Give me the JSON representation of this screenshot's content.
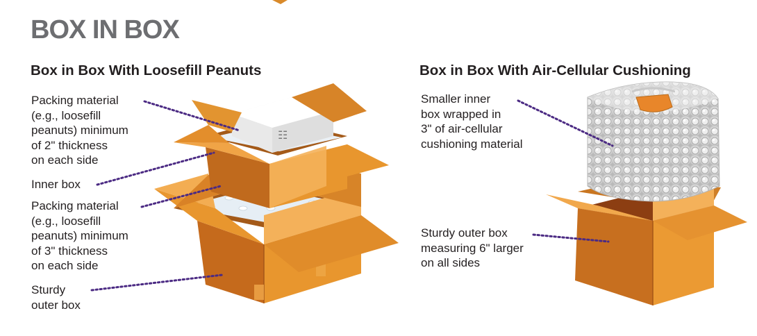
{
  "title": "BOX IN BOX",
  "left_section": {
    "heading": "Box in Box With Loosefill Peanuts",
    "callouts": [
      "Packing material\n(e.g., loosefill\npeanuts) minimum\nof 2\" thickness\non each side",
      "Inner box",
      "Packing material\n(e.g., loosefill\npeanuts) minimum\nof 3\" thickness\non each side",
      "Sturdy\nouter box"
    ]
  },
  "right_section": {
    "heading": "Box in Box With Air-Cellular Cushioning",
    "callouts": [
      "Smaller inner\nbox wrapped in\n3\" of air-cellular\ncushioning material",
      "Sturdy outer box\nmeasuring 6\" larger\non all sides"
    ]
  },
  "colors": {
    "title_gray": "#6d6e71",
    "box_orange": "#e5962f",
    "box_dark": "#b8641c",
    "leader_purple": "#4b2a83"
  }
}
